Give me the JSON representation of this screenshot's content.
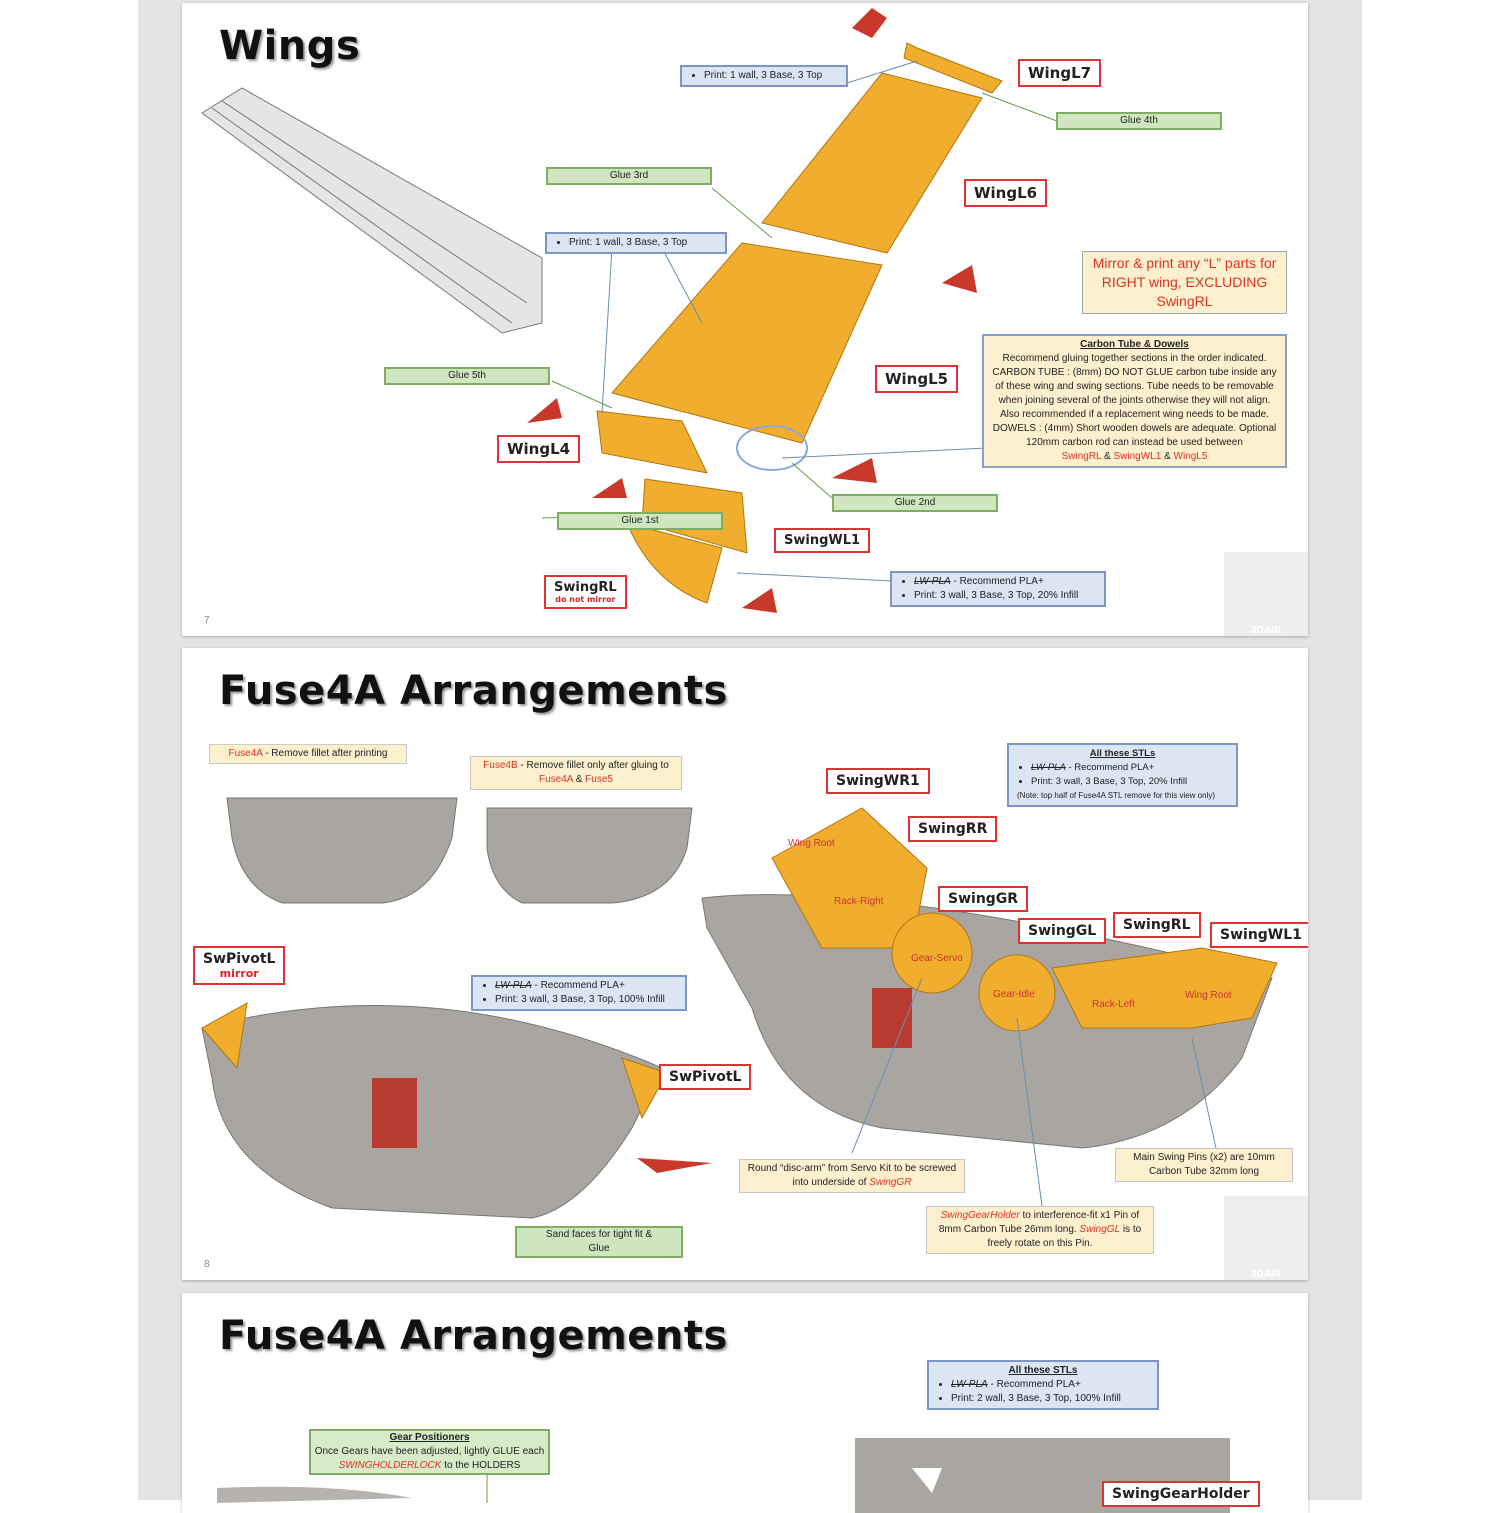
{
  "pages": [
    {
      "number": "7",
      "title": "Wings",
      "print_top": "Print: 1 wall, 3 Base, 3 Top",
      "print_mid": "Print: 1 wall, 3 Base, 3 Top",
      "glue": [
        "Glue 1st",
        "Glue 2nd",
        "Glue 3rd",
        "Glue 4th",
        "Glue 5th"
      ],
      "parts": [
        "WingL7",
        "WingL6",
        "WingL5",
        "WingL4",
        "SwingWL1",
        "SwingRL"
      ],
      "swingrl_note": "do not mirror",
      "mirror_note": "Mirror & print any “L” parts for RIGHT wing, EXCLUDING SwingRL",
      "carbon": {
        "heading": "Carbon Tube & Dowels",
        "body": "Recommend gluing together sections in the order indicated. CARBON TUBE : (8mm) DO NOT GLUE carbon tube inside any of these wing and swing sections. Tube needs to be removable when joining several of the joints otherwise they will not align. Also recommended if a replacement wing needs to be made. DOWELS : (4mm) Short wooden dowels are adequate. Optional 120mm carbon rod can instead be used between",
        "p1": "SwingRL",
        "amp": "&",
        "p2": "SwingWL1",
        "p3": "WingL5"
      },
      "print_bottom": {
        "strike": "LW-PLA",
        "rec": "- Recommend PLA+",
        "print": "Print: 3 wall, 3 Base, 3 Top, 20% Infill"
      },
      "logo": "3DAIR"
    },
    {
      "number": "8",
      "title": "Fuse4A Arrangements",
      "fuse4a_note": {
        "part": "Fuse4A",
        "text": "- Remove fillet after printing"
      },
      "fuse4b_note": {
        "part": "Fuse4B",
        "text": "- Remove fillet only after gluing to",
        "p2": "Fuse4A",
        "amp": "&",
        "p3": "Fuse5"
      },
      "stls": {
        "heading": "All these STLs",
        "strike": "LW-PLA",
        "rec": "- Recommend PLA+",
        "print": "Print: 3 wall, 3 Base, 3 Top, 20% Infill",
        "note": "(Note: top half of Fuse4A STL remove for this view only)"
      },
      "parts": [
        "SwingWR1",
        "SwingRR",
        "SwingGR",
        "SwingGL",
        "SwingRL",
        "SwingWL1",
        "SwPivotL"
      ],
      "swpivot_top": "SwPivotL",
      "swpivot_note": "mirror",
      "print_mid": {
        "strike": "LW-PLA",
        "rec": "- Recommend PLA+",
        "print": "Print: 3 wall, 3 Base, 3 Top, 100% Infill"
      },
      "gear_labels": [
        "Wing Root",
        "Rack-Right",
        "Gear-Servo",
        "Gear-Idle",
        "Rack-Left",
        "Wing Root"
      ],
      "disc_note": {
        "text": "Round “disc-arm” from Servo Kit to be screwed into underside of",
        "part": "SwingGR"
      },
      "pins_note": "Main Swing Pins (x2) are 10mm Carbon Tube 32mm long",
      "holder_note": {
        "part": "SwingGearHolder",
        "text": "to interference-fit x1 Pin of 8mm Carbon Tube 26mm long.",
        "part2": "SwingGL",
        "text2": "is to freely rotate on this Pin."
      },
      "sand_note": "Sand faces for tight fit & Glue",
      "logo": "3DAIR"
    },
    {
      "title": "Fuse4A Arrangements",
      "stls": {
        "heading": "All these STLs",
        "strike": "LW-PLA",
        "rec": "- Recommend PLA+",
        "print": "Print: 2 wall, 3 Base, 3 Top, 100% Infill"
      },
      "gear_pos": {
        "heading": "Gear Positioners",
        "text": "Once Gears have been adjusted, lightly GLUE each",
        "part": "SWINGHOLDERLOCK",
        "text2": "to the HOLDERS"
      },
      "part": "SwingGearHolder"
    }
  ]
}
